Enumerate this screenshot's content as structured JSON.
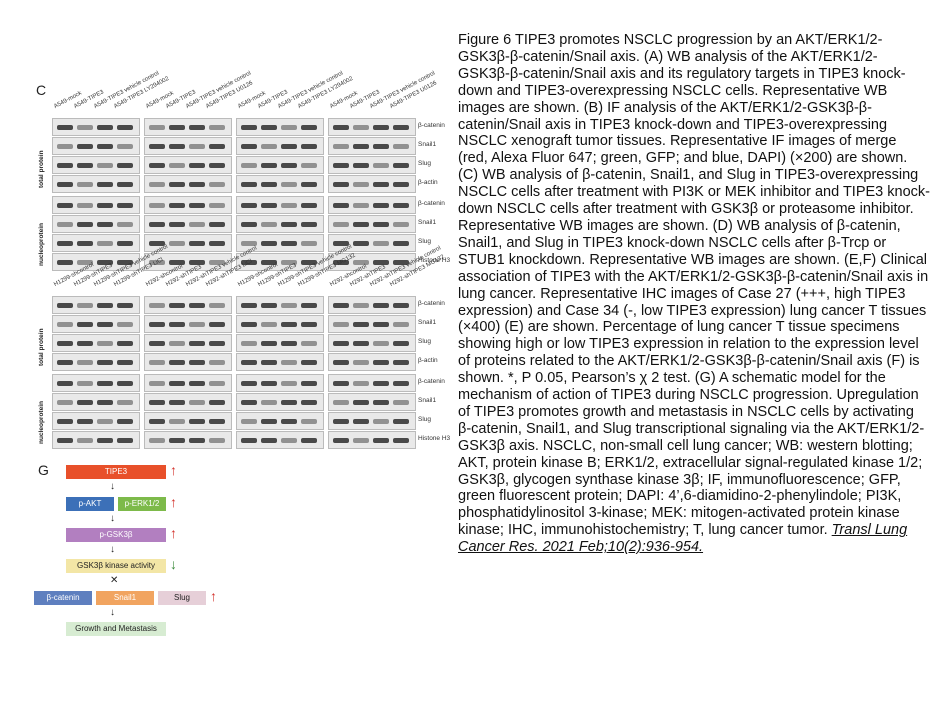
{
  "figure": {
    "panel_c_label": "C",
    "panel_g_label": "G",
    "top_columns": [
      [
        "A549-mock",
        "A549-TIPE3",
        "A549-TIPE3 vehicle control",
        "A549-TIPE3 LY294002"
      ],
      [
        "A549-mock",
        "A549-TIPE3",
        "A549-TIPE3 vehicle control",
        "A549-TIPE3 U0126"
      ],
      [
        "A549-mock",
        "A549-TIPE3",
        "A549-TIPE3 vehicle control",
        "A549-TIPE3 LY294002"
      ],
      [
        "A549-mock",
        "A549-TIPE3",
        "A549-TIPE3 vehicle control",
        "A549-TIPE3 U0126"
      ]
    ],
    "bottom_columns": [
      [
        "H1299-shcontrol",
        "H1299-shTIPE3",
        "H1299-shTIPE3 vehicle control",
        "H1299-shTIPE3 LiCl"
      ],
      [
        "H292-shcontrol",
        "H292-shTIPE3",
        "H292-shTIPE3 vehicle control",
        "H292-shTIPE3 LiCl"
      ],
      [
        "H1299-shcontrol",
        "H1299-shTIPE3",
        "H1299-shTIPE3 vehicle control",
        "H1299-shTIPE3 MG132"
      ],
      [
        "H292-shcontrol",
        "H292-shTIPE3",
        "H292-shTIPE3 vehicle control",
        "H292-shTIPE3 MG132"
      ]
    ],
    "total_rows": [
      "β-catenin",
      "Snail1",
      "Slug",
      "β-actin"
    ],
    "nuclear_rows": [
      "β-catenin",
      "Snail1",
      "Slug",
      "Histone H3"
    ],
    "total_label": "total protein",
    "nuclear_label": "nucleoprotein",
    "schematic": {
      "tipe3": "TIPE3",
      "pakt": "p-AKT",
      "perk": "p-ERK1/2",
      "pgsk": "p-GSK3β",
      "gsk_activity": "GSK3β kinase activity",
      "bcat": "β-catenin",
      "snail": "Snail1",
      "slug": "Slug",
      "growth": "Growth and Metastasis",
      "up_arrow": "↑",
      "down_arrow": "↓",
      "step_arrow": "↓",
      "block_arrow": "✕",
      "colors": {
        "tipe3": "#e8502a",
        "pakt": "#3c70b8",
        "perk": "#7dba4a",
        "pgsk": "#b27fc0",
        "gsk_activity": "#f3e6a6",
        "bcat": "#5e7fbf",
        "snail": "#f1a460",
        "slug": "#e6cfd8",
        "growth": "#d7ecd2",
        "up": "#d3312b",
        "down": "#3a8a3a"
      }
    }
  },
  "caption": {
    "text": "Figure 6 TIPE3 promotes NSCLC progression by an AKT/ERK1/2-GSK3β-β-catenin/Snail axis. (A) WB analysis of the AKT/ERK1/2- GSK3β-β-catenin/Snail axis and its regulatory targets in TIPE3 knock-down and TIPE3-overexpressing NSCLC cells. Representative WB images are shown. (B) IF analysis of the AKT/ERK1/2-GSK3β-β-catenin/Snail axis in TIPE3 knock-down and TIPE3-overexpressing NSCLC xenograft tumor tissues. Representative IF images of merge (red, Alexa Fluor 647; green, GFP; and blue, DAPI) (×200) are shown. (C) WB analysis of β-catenin, Snail1, and Slug in TIPE3-overexpressing NSCLC cells after treatment with PI3K or MEK inhibitor and TIPE3 knock-down NSCLC cells after treatment with GSK3β or proteasome inhibitor. Representative WB images are shown. (D) WB analysis of β-catenin, Snail1, and Slug in TIPE3 knock-down NSCLC cells after β-Trcp or STUB1 knockdown. Representative WB images are shown. (E,F) Clinical association of TIPE3 with the AKT/ERK1/2-GSK3β-β-catenin/Snail axis in lung cancer. Representative IHC images of Case 27 (+++, high TIPE3 expression) and Case 34 (-, low TIPE3 expression) lung cancer T tissues (×400) (E) are shown. Percentage of lung cancer T tissue specimens showing high or low TIPE3 expression in relation to the expression level of proteins related to the AKT/ERK1/2-GSK3β-β-catenin/Snail axis (F) is shown. *, P 0.05, Pearson’s χ 2 test. (G) A schematic model for the mechanism of action of TIPE3 during NSCLC progression. Upregulation of TIPE3 promotes growth and metastasis in NSCLC cells by activating β-catenin, Snail1, and Slug transcriptional signaling via the AKT/ERK1/2-GSK3β axis. NSCLC, non-small cell lung cancer; WB: western blotting; AKT, protein kinase B; ERK1/2, extracellular signal-regulated kinase 1/2; GSK3β, glycogen synthase kinase 3β; IF, immunofluorescence; GFP, green fluorescent protein; DAPI: 4’,6-diamidino-2-phenylindole; PI3K, phosphatidylinositol 3-kinase; MEK: mitogen-activated protein kinase kinase; IHC, immunohistochemistry; T, lung cancer tumor.",
    "reference": "Transl Lung Cancer Res. 2021 Feb;10(2):936-954."
  }
}
